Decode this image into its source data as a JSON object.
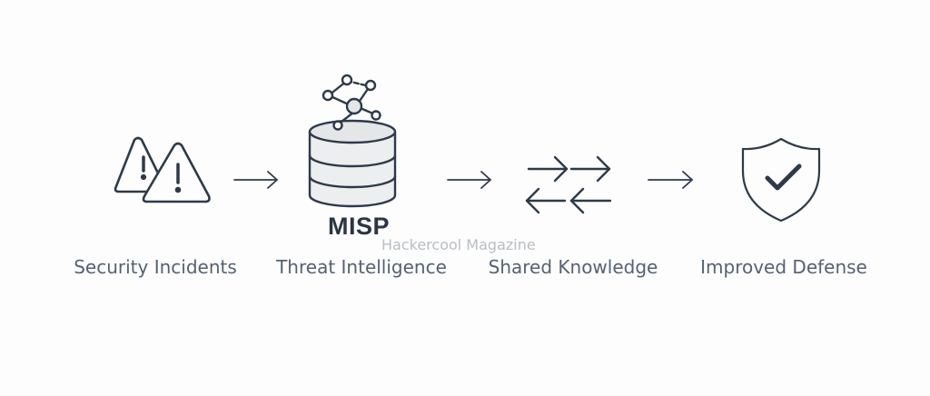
{
  "colors": {
    "stroke": "#2e3a4a",
    "label": "#556273",
    "watermark": "#b9bec4",
    "fill": "#e4e6e8"
  },
  "steps": [
    {
      "label": "Security Incidents",
      "icon": "warning-triangles-icon"
    },
    {
      "label": "Threat Intelligence",
      "icon": "database-network-icon",
      "title": "MISP"
    },
    {
      "label": "Shared Knowledge",
      "icon": "exchange-arrows-icon"
    },
    {
      "label": "Improved Defense",
      "icon": "shield-check-icon"
    }
  ],
  "watermark": "Hackercool Magazine"
}
